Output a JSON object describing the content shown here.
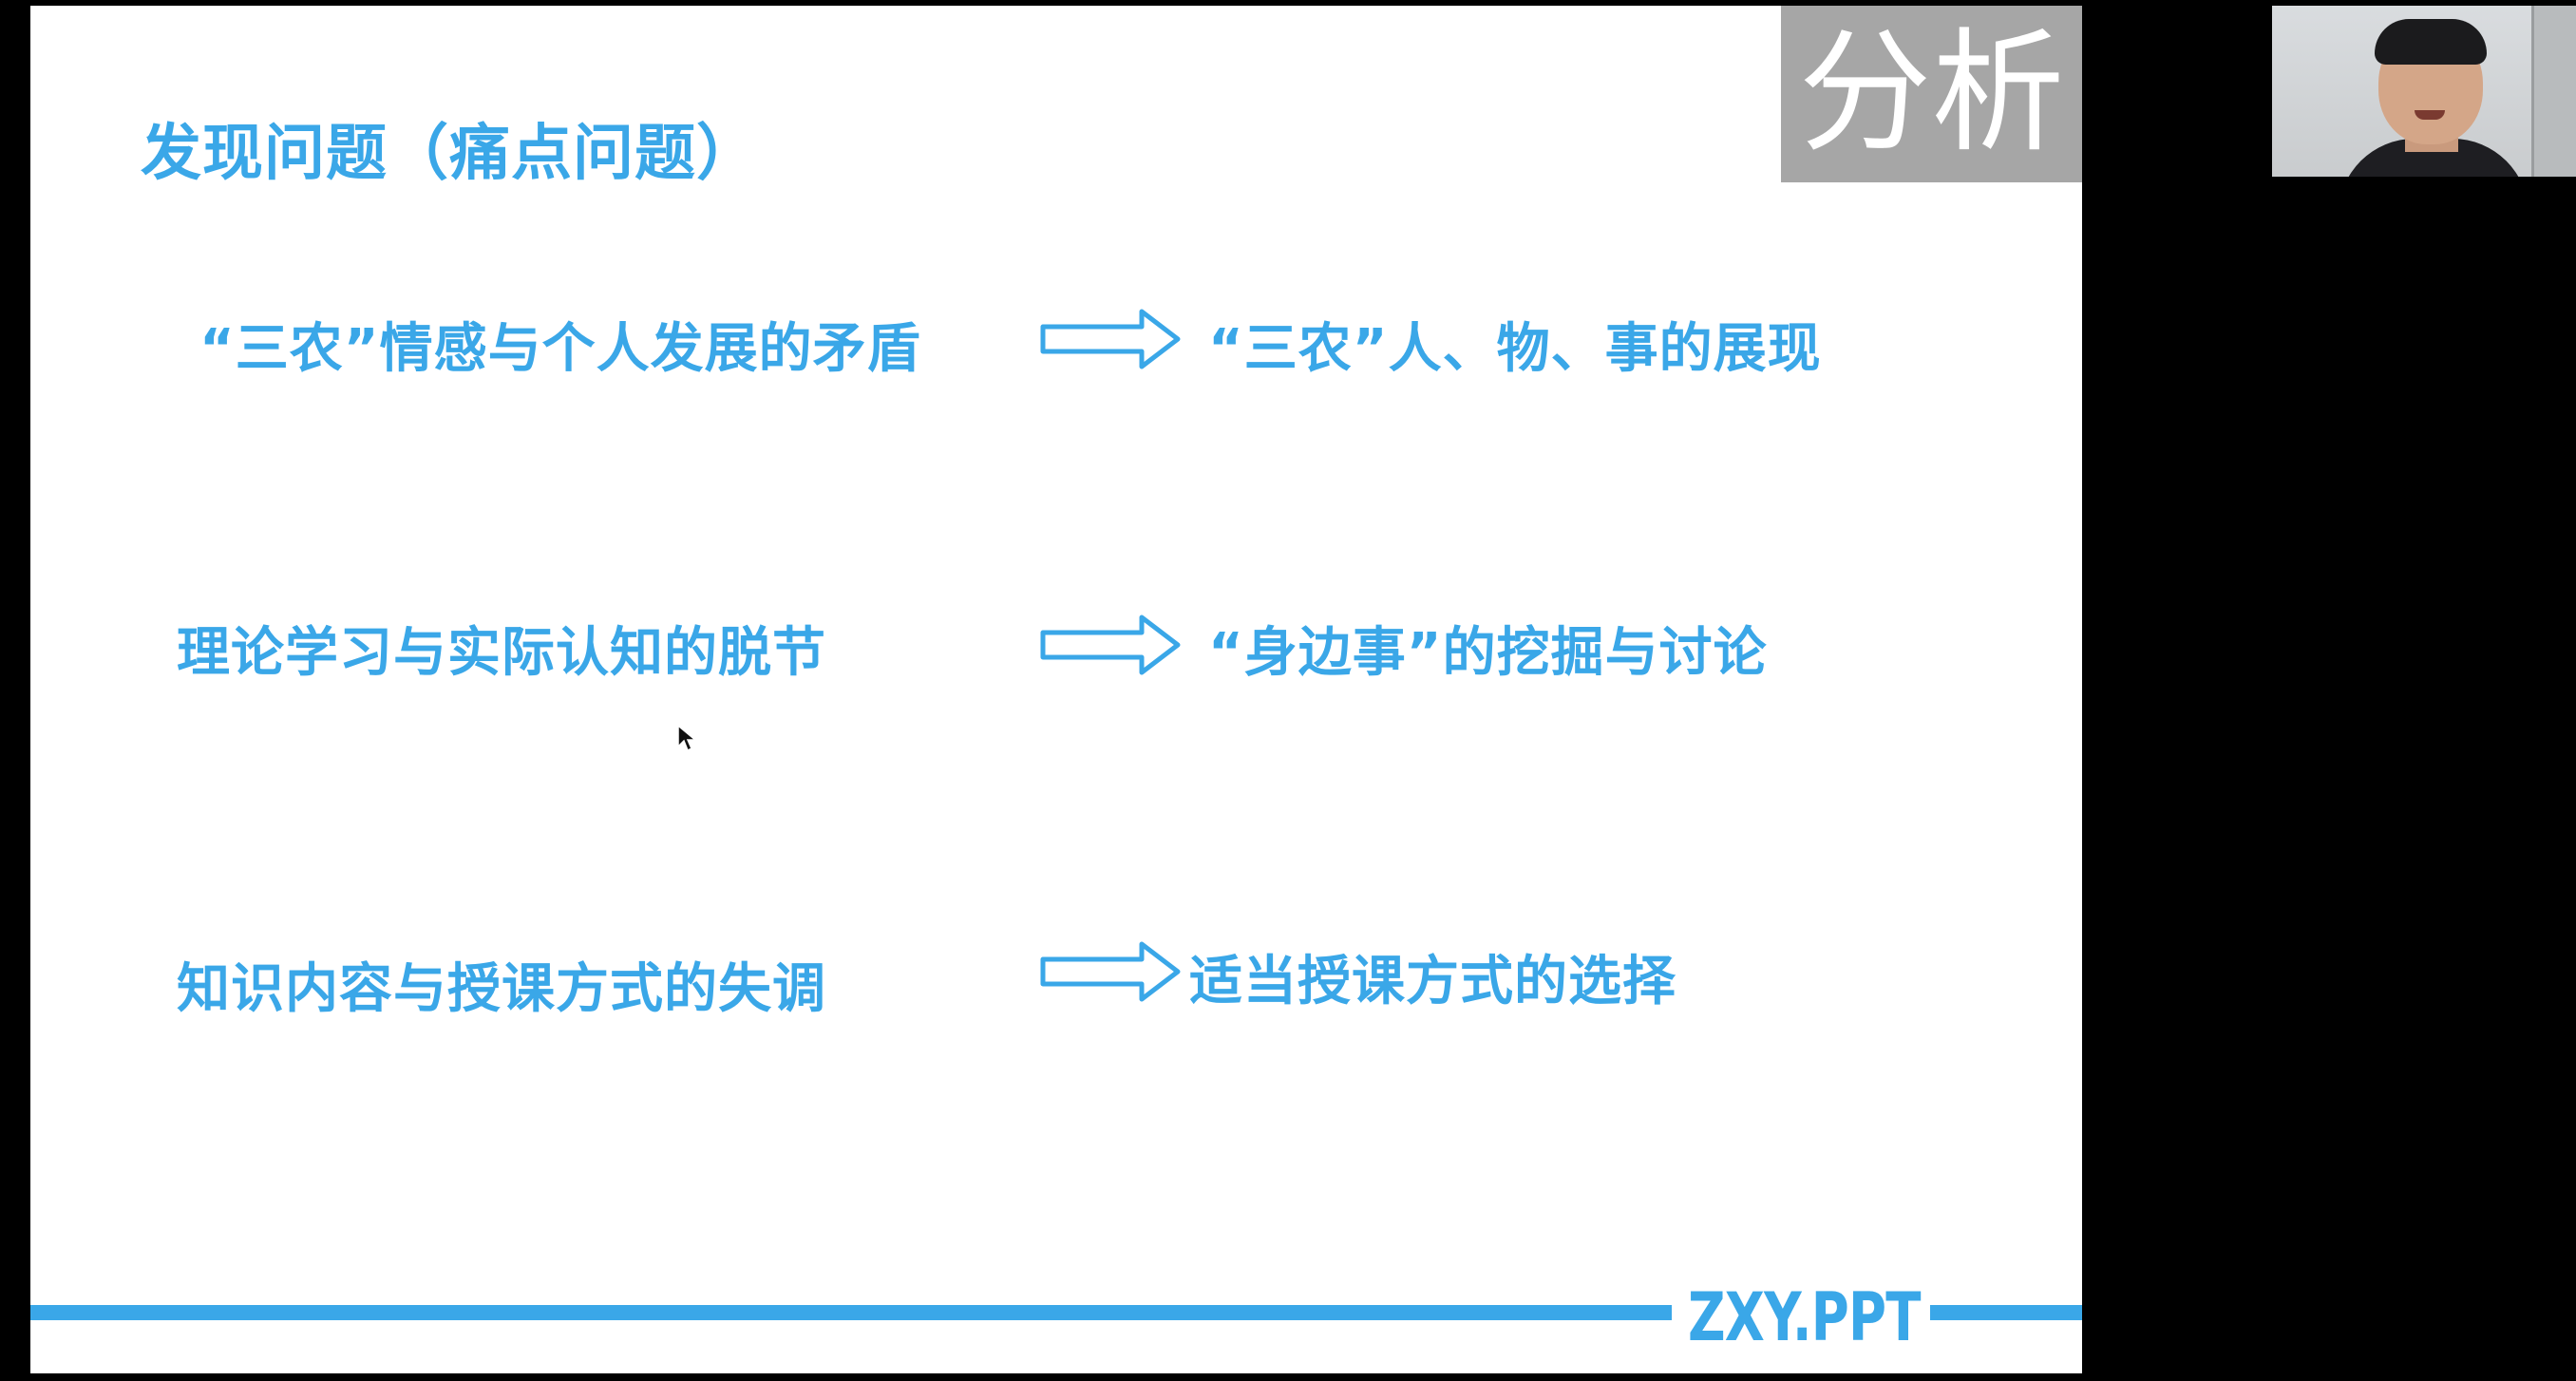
{
  "slide": {
    "title": "发现问题（痛点问题）",
    "tag": "分析",
    "rows": [
      {
        "problem": "“三农”情感与个人发展的矛盾",
        "solution": "“三农”人、物、事的展现"
      },
      {
        "problem": "理论学习与实际认知的脱节",
        "solution": "“身边事”的挖掘与讨论"
      },
      {
        "problem": "知识内容与授课方式的失调",
        "solution": "适当授课方式的选择"
      }
    ],
    "footer_logo": "ZXY.PPT"
  },
  "colors": {
    "accent": "#3aa7e8",
    "tag_bg": "#a6a6a6",
    "background": "#000000"
  },
  "icons": {
    "arrow": "right-arrow-icon",
    "cursor": "mouse-cursor-icon"
  }
}
